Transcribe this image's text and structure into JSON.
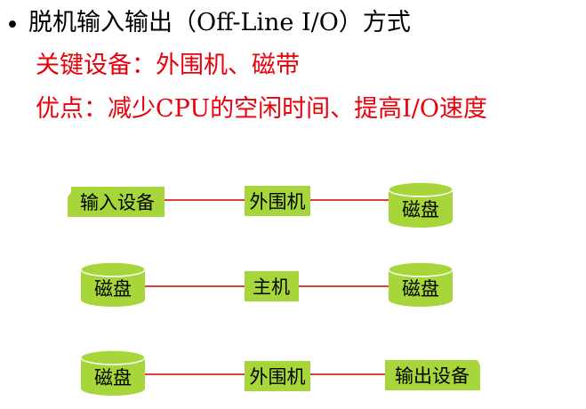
{
  "heading": {
    "bullet": "•",
    "title": "脱机输入输出（Off-Line I/O）方式",
    "key_devices": "关键设备：外围机、磁带",
    "advantage": "优点：减少CPU的空闲时间、提高I/O速度"
  },
  "diagram": {
    "rows": [
      {
        "left": "输入设备",
        "center": "外围机",
        "right": "磁盘"
      },
      {
        "left": "磁盘",
        "center": "主机",
        "right": "磁盘"
      },
      {
        "left": "磁盘",
        "center": "外围机",
        "right": "输出设备"
      }
    ]
  },
  "colors": {
    "node_fill": "#a6d63a",
    "line": "#d40000",
    "heading_red": "#e8000b"
  }
}
